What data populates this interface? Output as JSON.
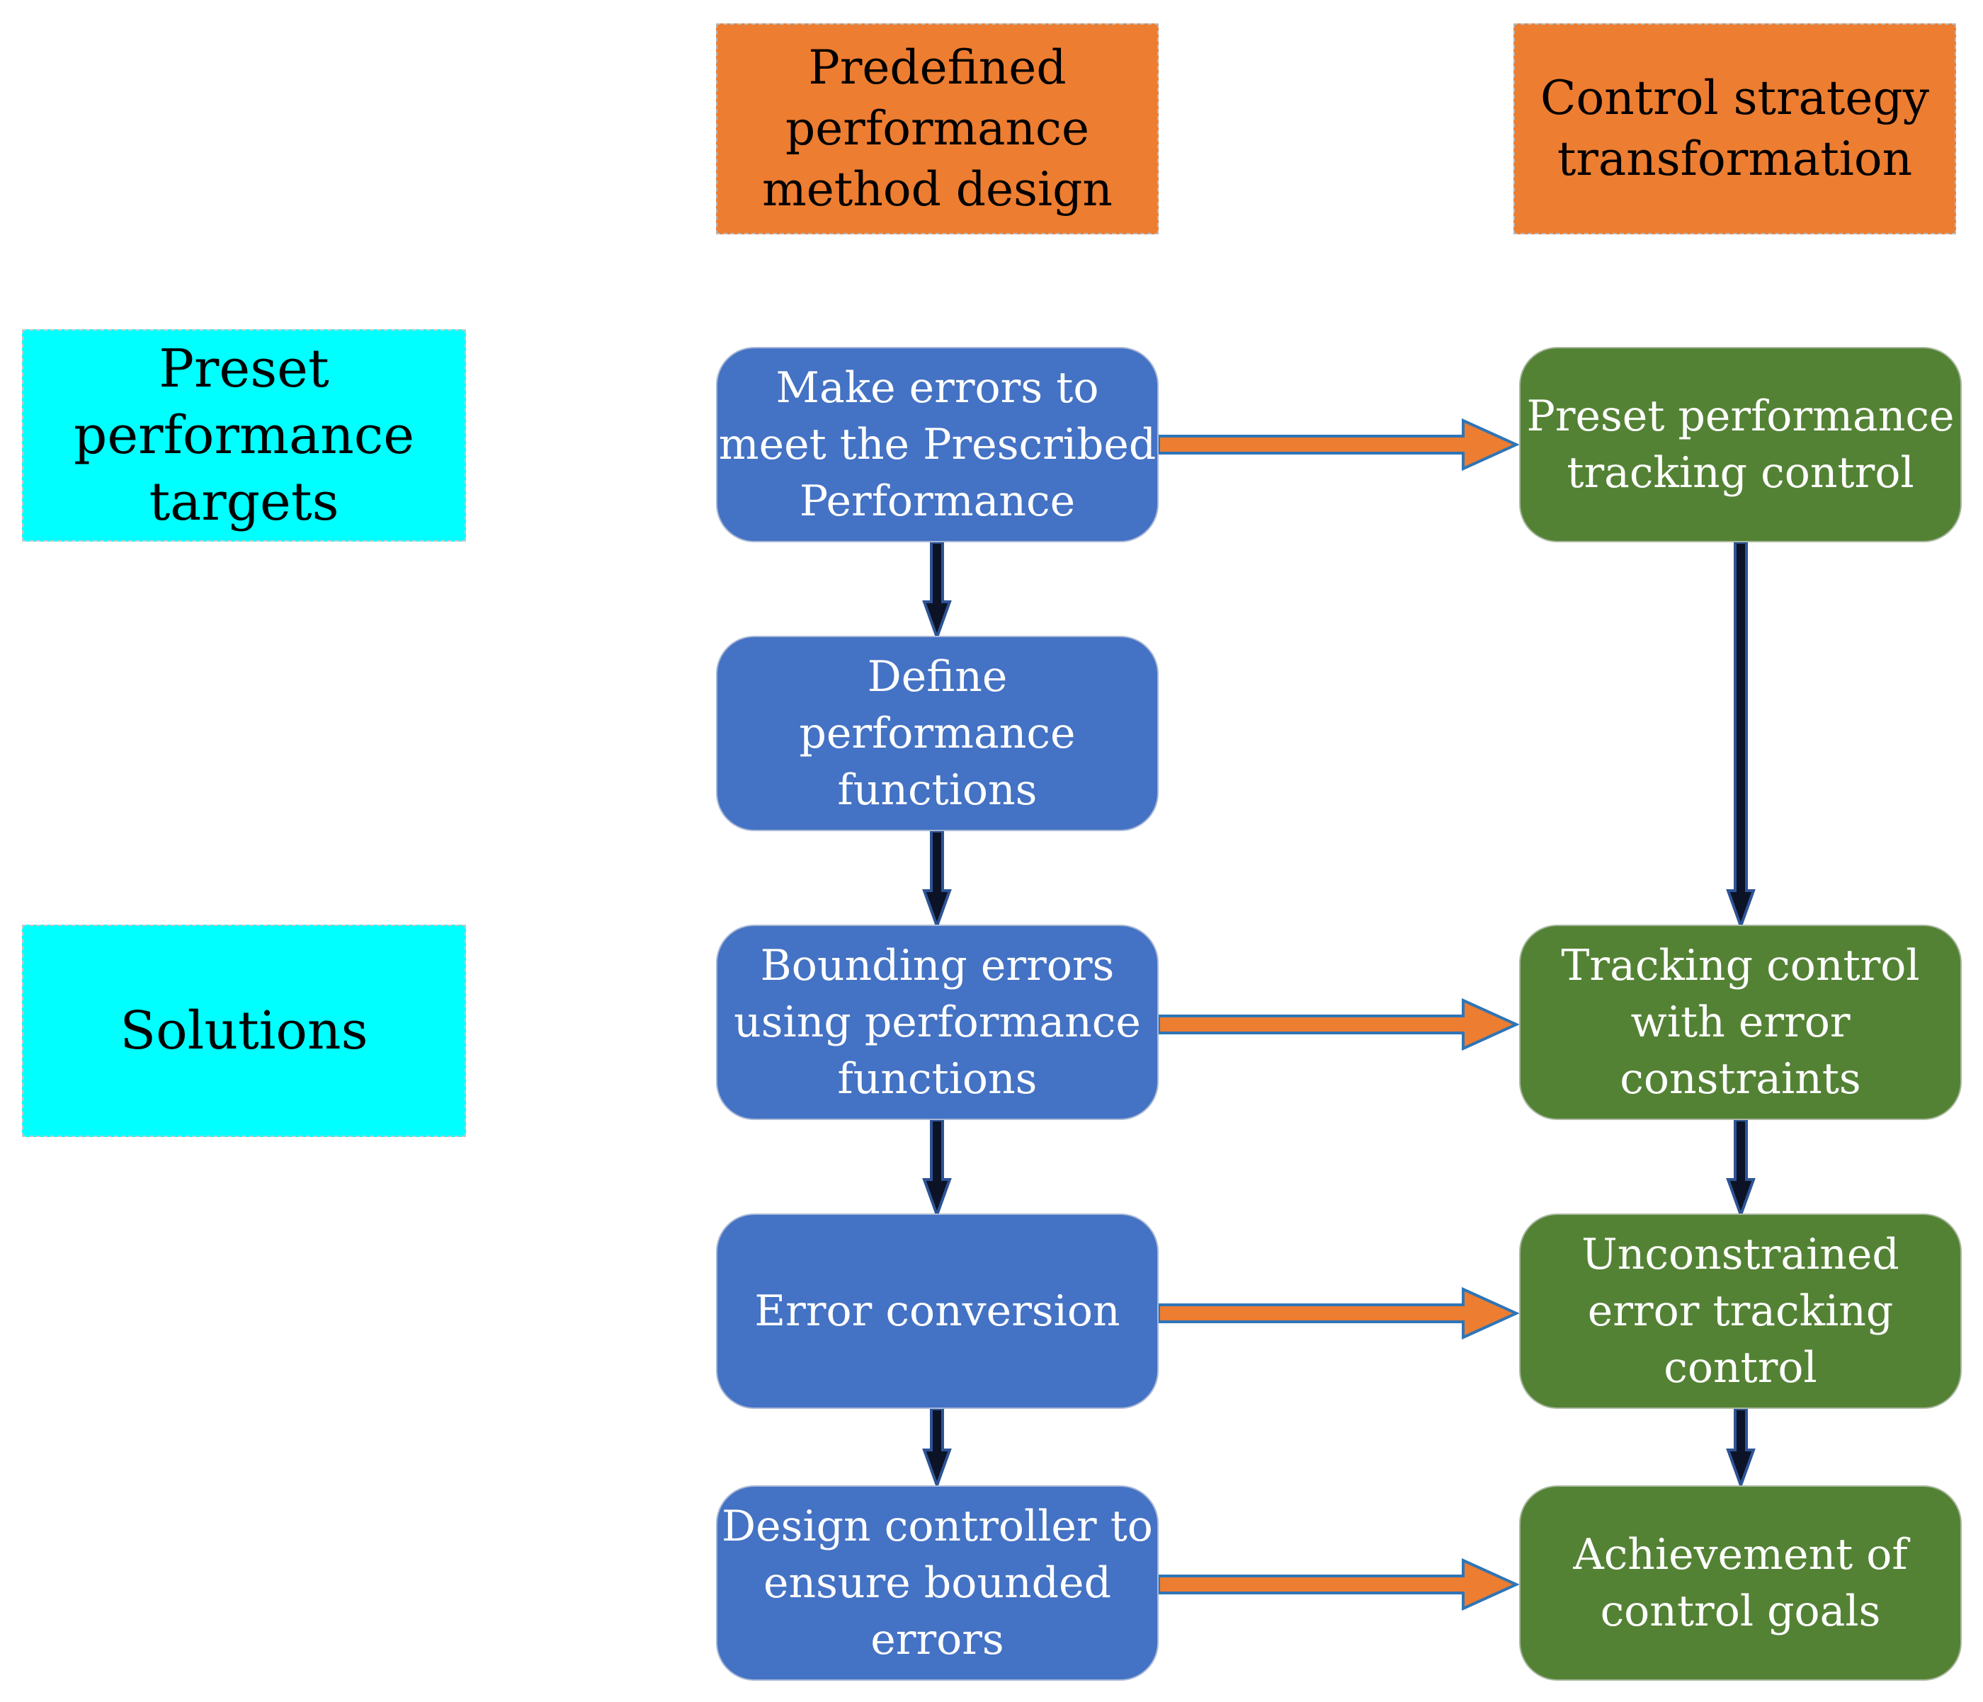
{
  "headers": {
    "method": "Predefined\nperformance\nmethod design",
    "strategy": "Control strategy\ntransformation"
  },
  "side_labels": {
    "targets": "Preset\nperformance\ntargets",
    "solutions": "Solutions"
  },
  "left_nodes": [
    "Make errors to\nmeet the Prescribed\nPerformance",
    "Define\nperformance\nfunctions",
    "Bounding errors\nusing performance\nfunctions",
    "Error conversion",
    "Design controller to\nensure bounded\nerrors"
  ],
  "right_nodes": [
    "Preset performance\ntracking control",
    "Tracking control\nwith error\nconstraints",
    "Unconstrained\nerror tracking\ncontrol",
    "Achievement of\ncontrol goals"
  ],
  "colors": {
    "header_fill": "#ED7D31",
    "side_fill": "#00FFFF",
    "left_fill": "#4472C4",
    "right_fill": "#548235",
    "horizontal_arrow": "#ED7D31",
    "vertical_arrow": "#1F2A4A"
  }
}
